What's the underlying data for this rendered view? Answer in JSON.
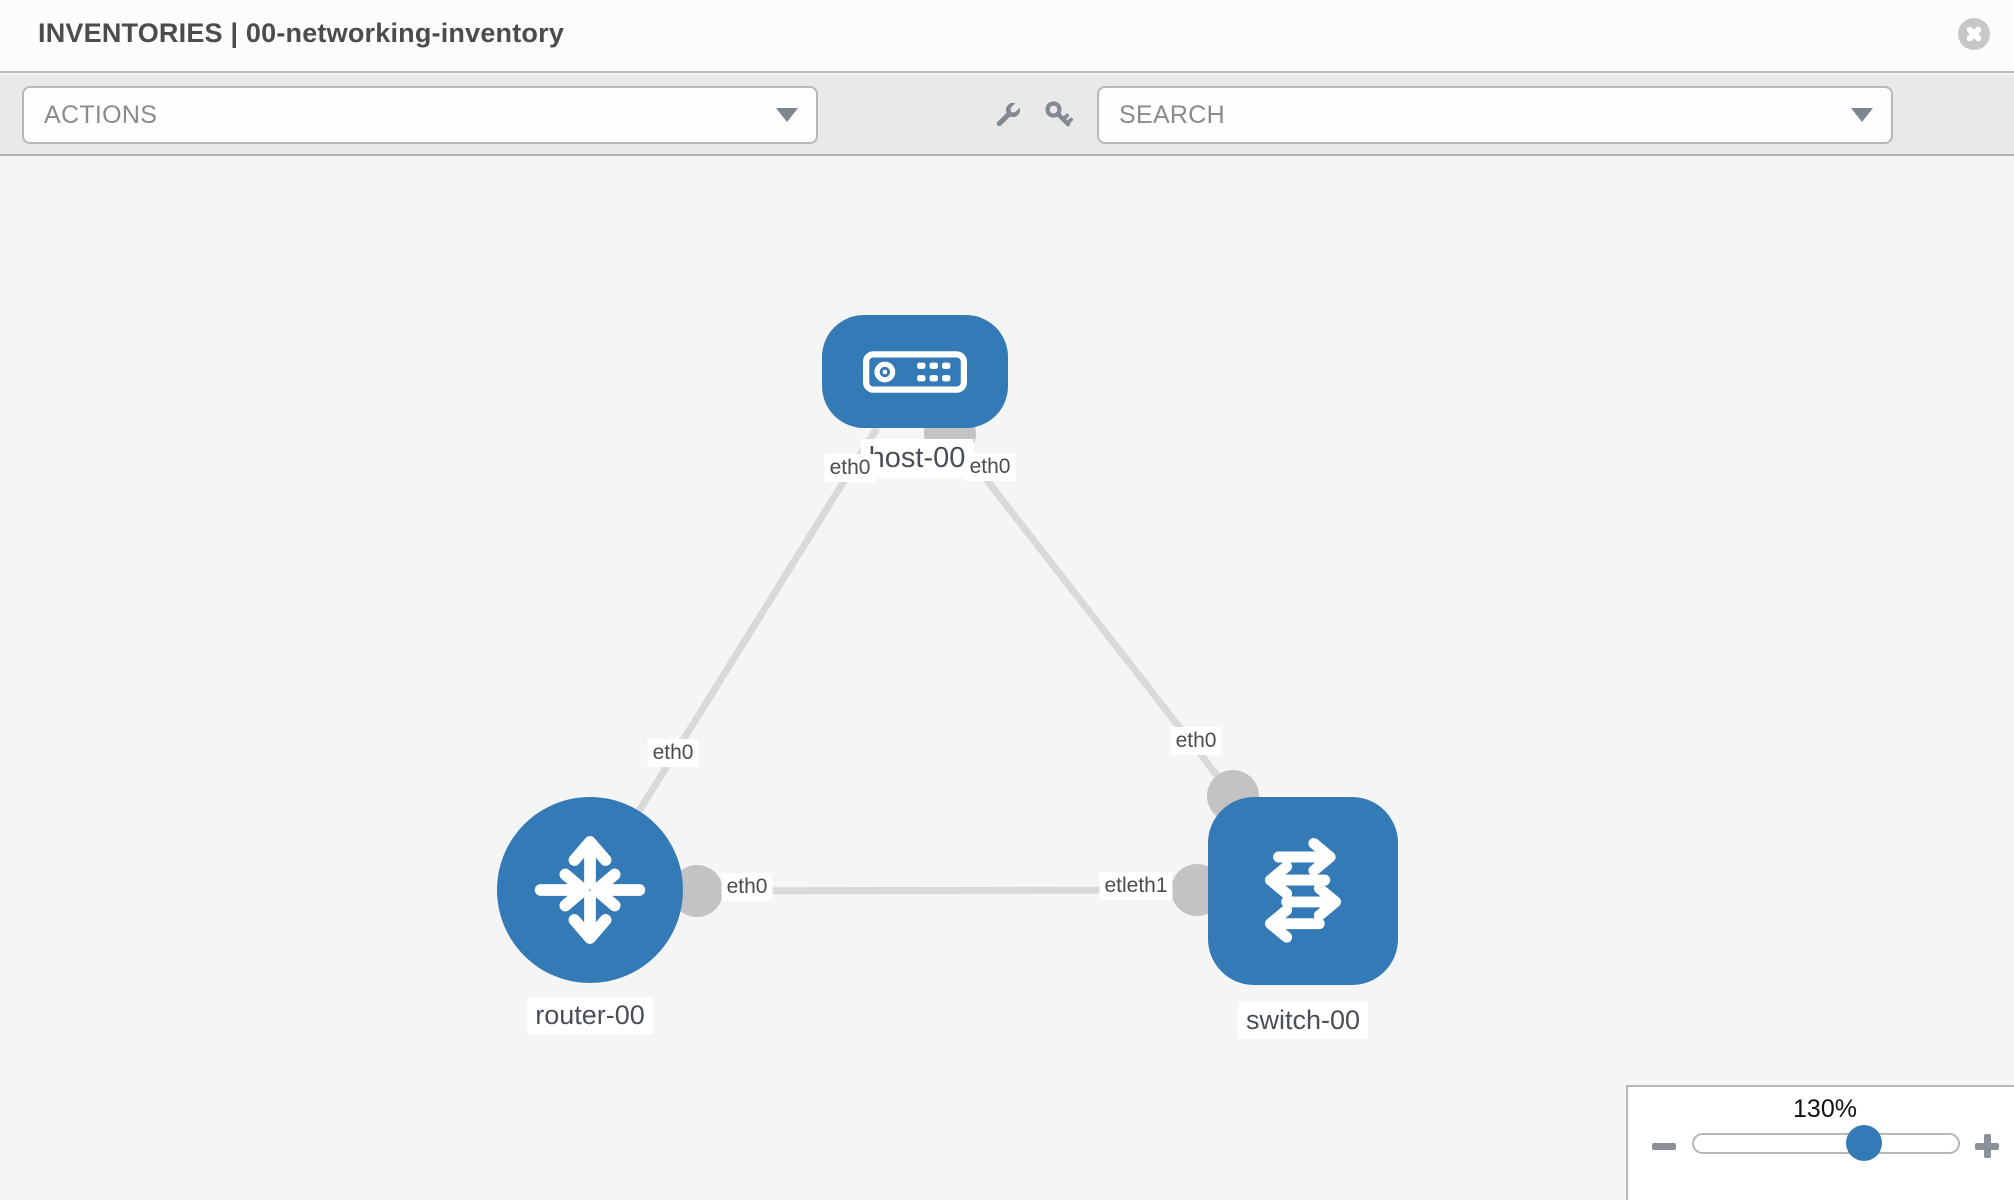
{
  "header": {
    "title": "INVENTORIES | 00-networking-inventory",
    "close_icon": "close-icon"
  },
  "toolbar": {
    "actions_dropdown": {
      "value": "ACTIONS"
    },
    "wrench_icon": "wrench-icon",
    "key_icon": "key-icon",
    "search_dropdown": {
      "placeholder": "SEARCH"
    }
  },
  "diagram": {
    "nodes": [
      {
        "label": "host-00",
        "type": "host"
      },
      {
        "label": "router-00",
        "type": "router"
      },
      {
        "label": "switch-00",
        "type": "switch"
      }
    ],
    "links": [
      {
        "source": "host-00",
        "target": "router-00"
      },
      {
        "source": "host-00",
        "target": "switch-00"
      },
      {
        "source": "router-00",
        "target": "switch-00"
      }
    ],
    "interface_labels": [
      {
        "text": "eth0"
      },
      {
        "text": "eth0"
      },
      {
        "text": "eth0"
      },
      {
        "text": "eth0"
      },
      {
        "text": "eth0"
      },
      {
        "text": "etleth1"
      }
    ]
  },
  "zoom_control": {
    "value": "130%",
    "zoom_out_icon": "minus-icon",
    "zoom_in_icon": "plus-icon"
  },
  "colors": {
    "node_blue": "#337ab7",
    "link_gray": "#d9d9d9",
    "endpoint_gray": "#c3c3c3",
    "canvas_bg": "#f5f5f5",
    "toolbar_bg": "#e9e9e9"
  }
}
